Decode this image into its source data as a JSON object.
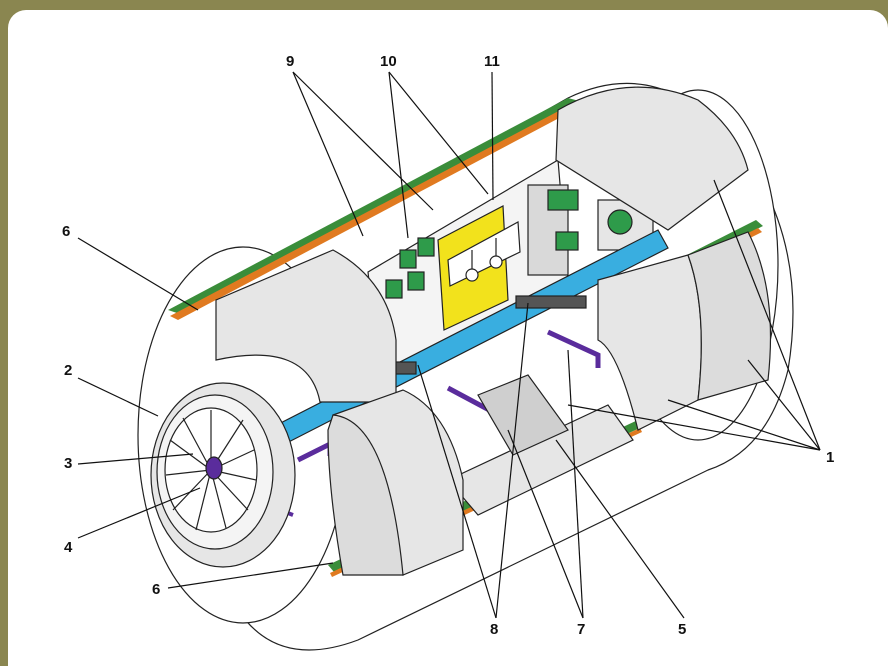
{
  "callouts": {
    "one": "1",
    "two": "2",
    "three": "3",
    "four": "4",
    "five": "5",
    "six": "6",
    "seven": "7",
    "eight": "8",
    "nine": "9",
    "ten": "10",
    "eleven": "11"
  },
  "colors": {
    "frame": "#8a8650",
    "module_shell": "#ffffff",
    "rack_block": "#e6e6e6",
    "rack_shadow": "#cfcfcf",
    "handrail_beam": "#39aee0",
    "handrail": "#5a2c9c",
    "panel_green": "#2e9b4a",
    "panel_yellow": "#f2e21c",
    "utility_stripe_green": "#3a8d3a",
    "utility_stripe_orange": "#e07a20"
  }
}
